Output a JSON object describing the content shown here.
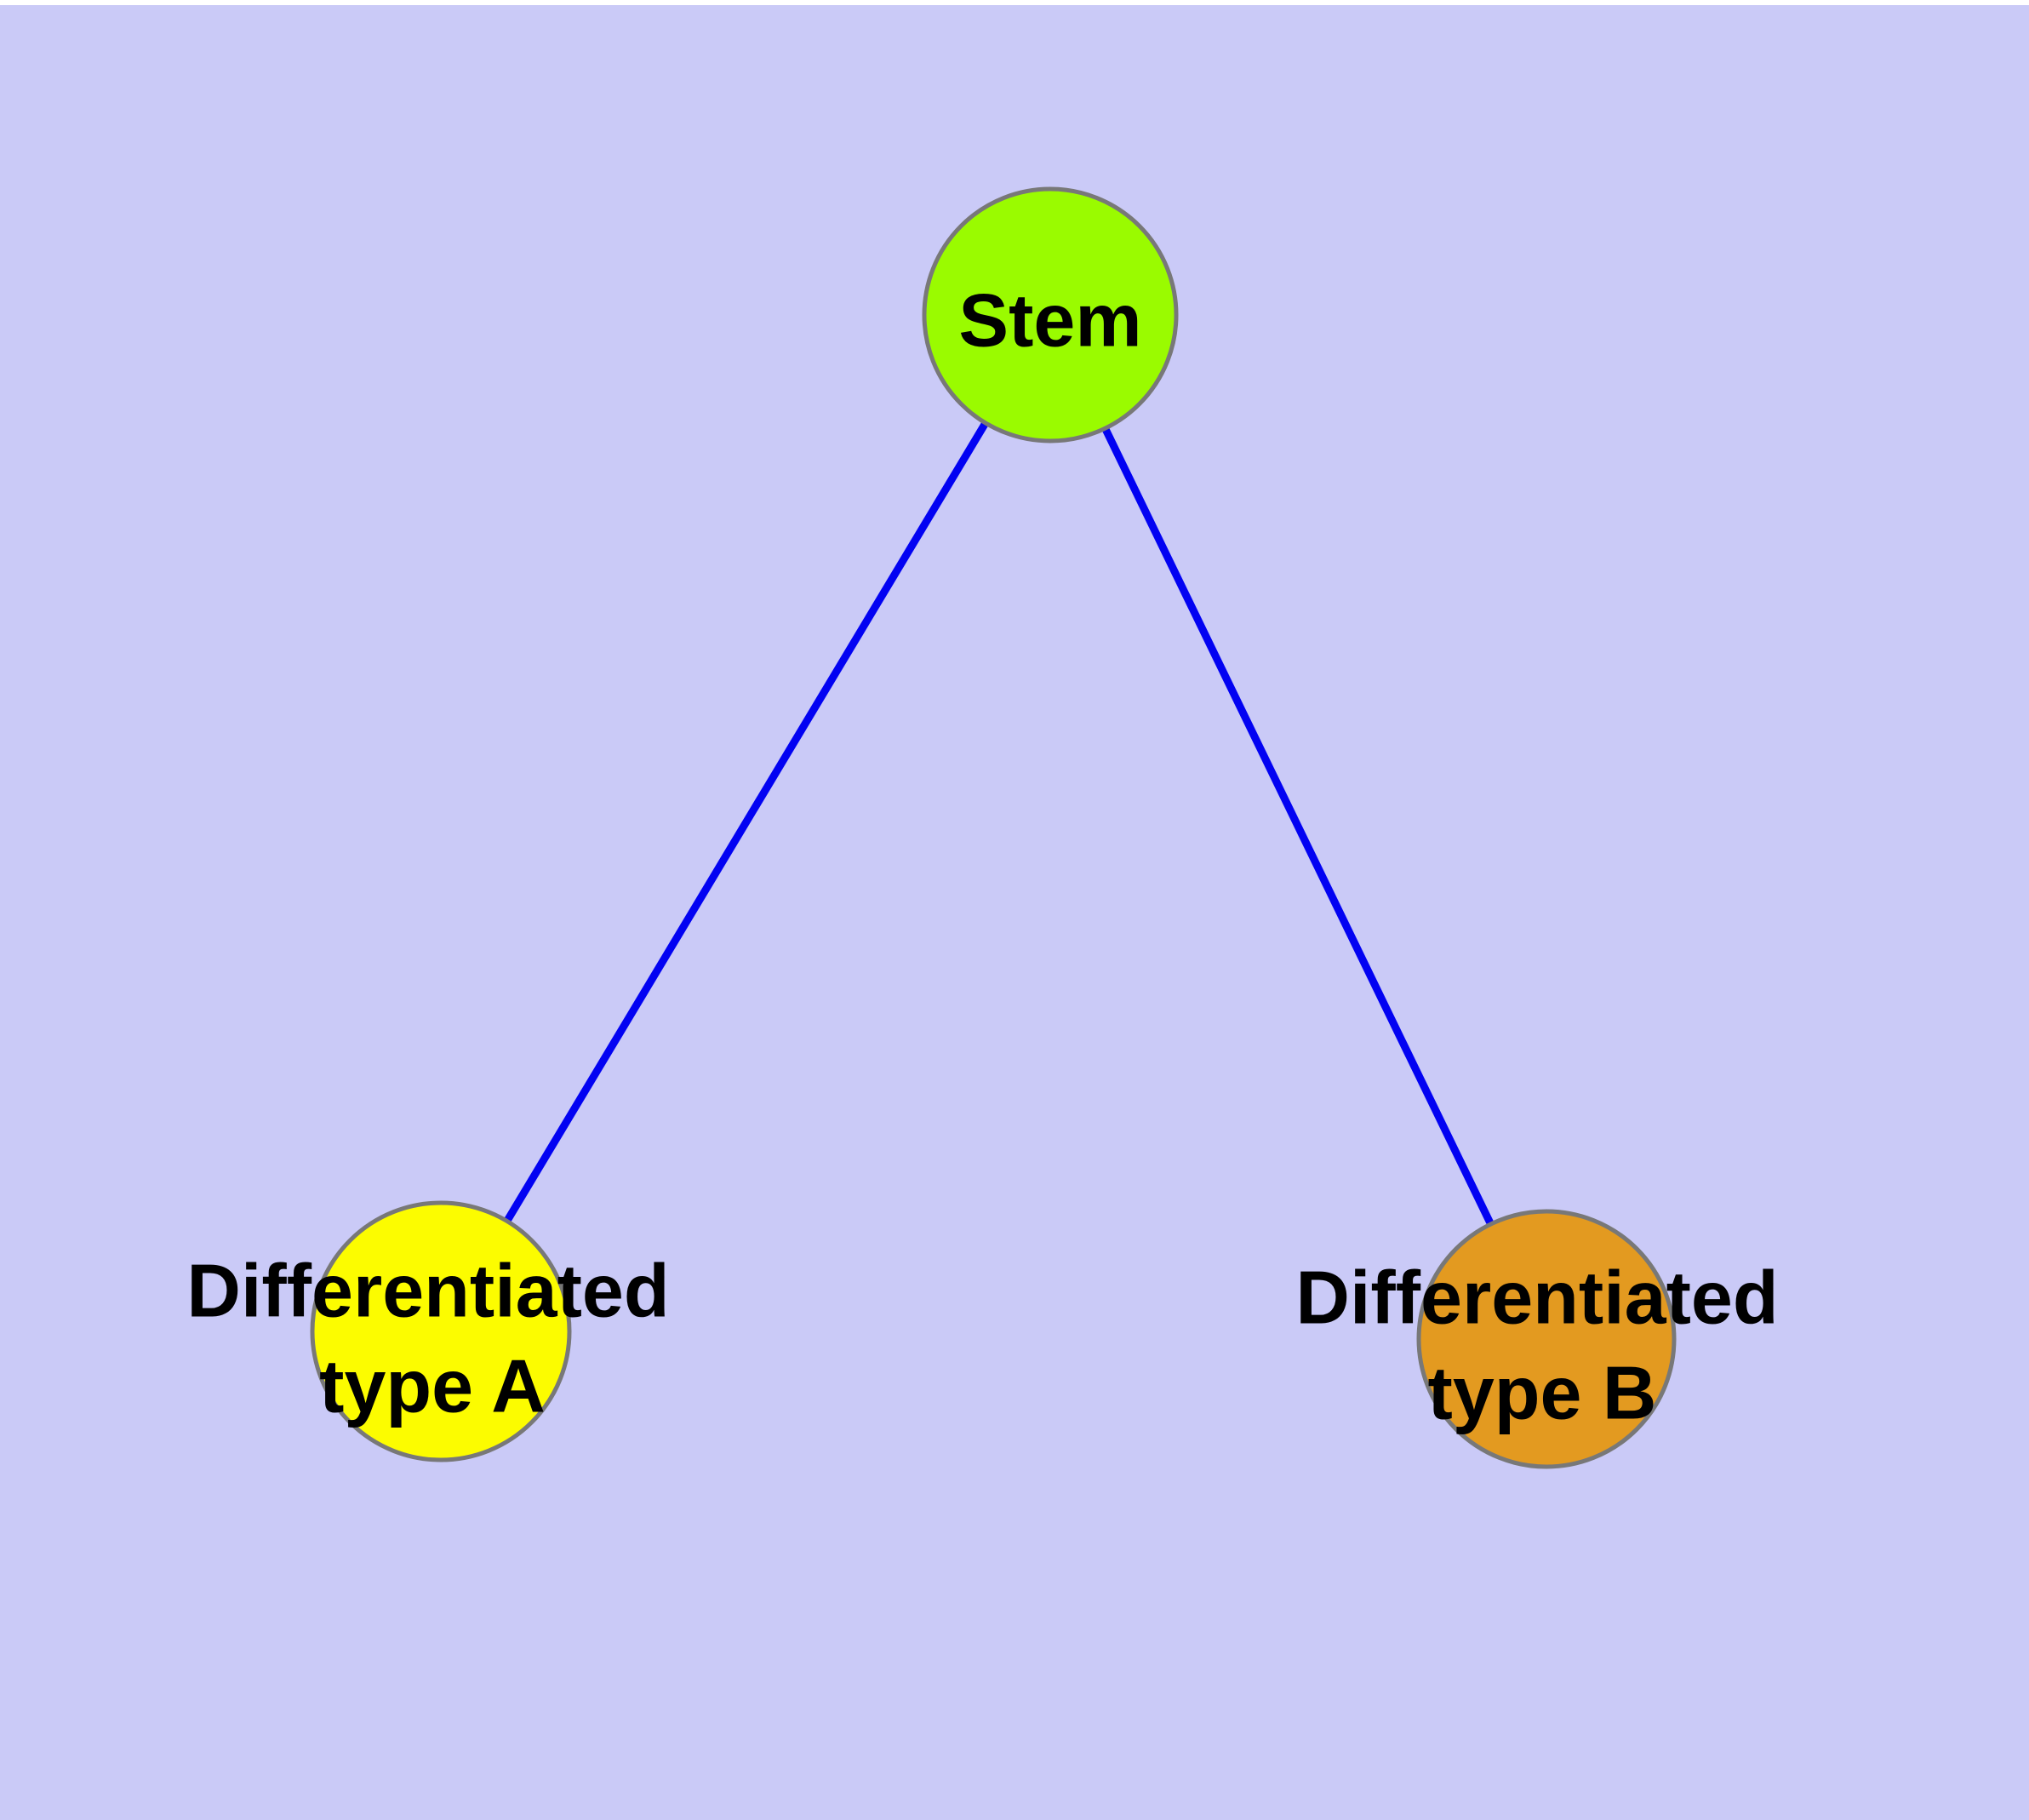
{
  "diagram": {
    "title": "",
    "background_color": "#cacaf7",
    "edge_color": "#0202f2",
    "node_border_color": "#787878",
    "nodes": [
      {
        "id": "stem",
        "label": "Stem",
        "fill": "#9afb00"
      },
      {
        "id": "type-a",
        "label_line1": "Differentiated",
        "label_line2": "type A",
        "fill": "#fcfc00"
      },
      {
        "id": "type-b",
        "label_line1": "Differentiated",
        "label_line2": "type B",
        "fill": "#e39a20"
      }
    ],
    "edges": [
      {
        "from": "Stem",
        "to": "Differentiated type A"
      },
      {
        "from": "Stem",
        "to": "Differentiated type B"
      }
    ]
  }
}
